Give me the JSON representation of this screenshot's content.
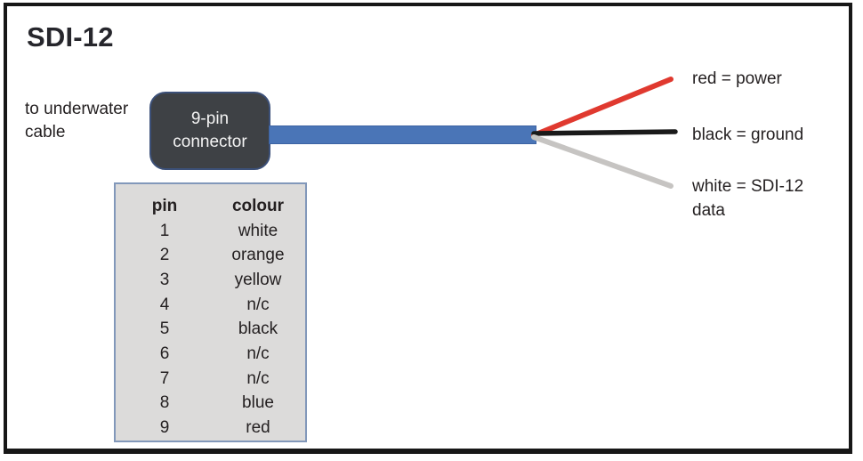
{
  "title": "SDI-12",
  "left_label": "to underwater\ncable",
  "connector": {
    "label": "9-pin\nconnector"
  },
  "cable": {
    "color": "#4a75b7"
  },
  "wires": [
    {
      "id": "red",
      "label": "red = power",
      "color": "#e0392f"
    },
    {
      "id": "black",
      "label": "black = ground",
      "color": "#1a1a1a"
    },
    {
      "id": "white",
      "label": "white = SDI-12\ndata",
      "color": "#c6c4c2"
    }
  ],
  "pin_table": {
    "headers": [
      "pin",
      "colour"
    ],
    "rows": [
      {
        "pin": "1",
        "colour": "white"
      },
      {
        "pin": "2",
        "colour": "orange"
      },
      {
        "pin": "3",
        "colour": "yellow"
      },
      {
        "pin": "4",
        "colour": "n/c"
      },
      {
        "pin": "5",
        "colour": "black"
      },
      {
        "pin": "6",
        "colour": "n/c"
      },
      {
        "pin": "7",
        "colour": "n/c"
      },
      {
        "pin": "8",
        "colour": "blue"
      },
      {
        "pin": "9",
        "colour": "red"
      }
    ]
  },
  "colors": {
    "frame_border": "#171717",
    "connector_body": "#3e4145",
    "connector_border": "#3c5078",
    "cable_blue": "#4a75b7",
    "table_bg": "#dcdbda",
    "table_border": "#8298ba",
    "text": "#231f20"
  }
}
